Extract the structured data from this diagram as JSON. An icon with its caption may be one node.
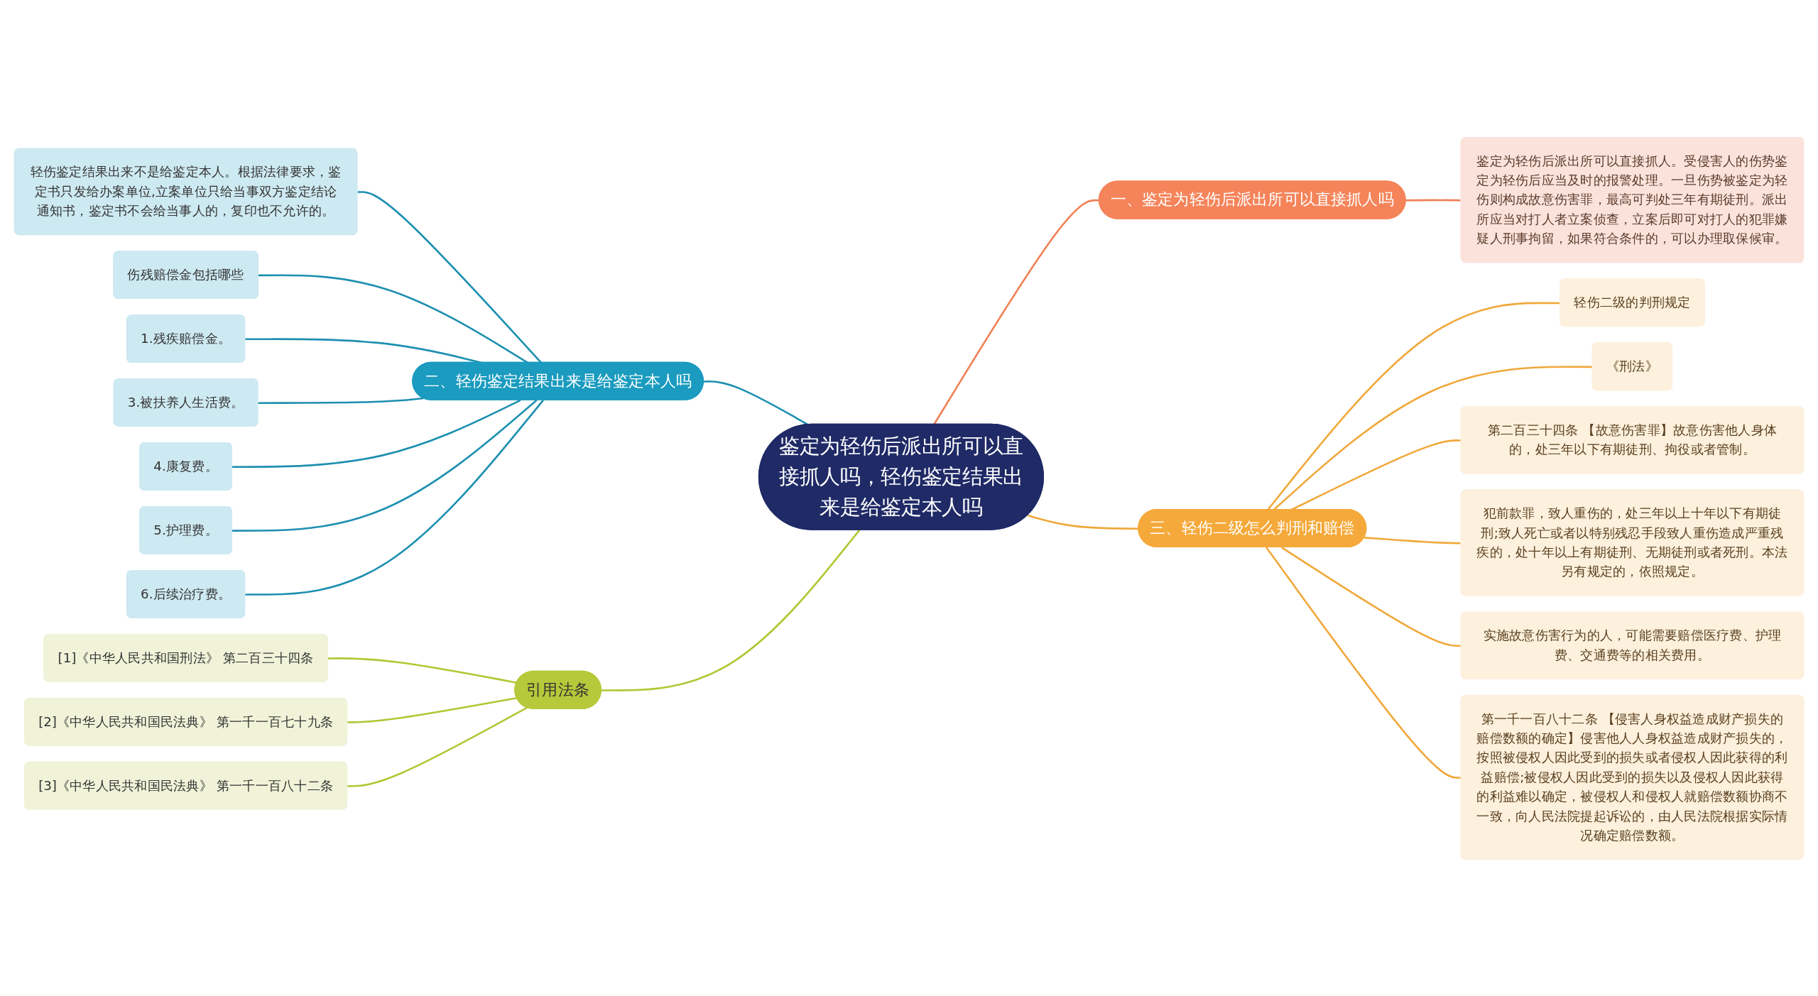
{
  "diagram": {
    "nodes": [
      {
        "text": [
          "鉴定为轻伤后派出所可以直接抓人吗，轻伤鉴定结果出来是给鉴定本人吗"
        ]
      },
      {
        "text": [
          "二、轻伤鉴定结果出来是给鉴定本人吗"
        ]
      },
      {
        "text": [
          "轻伤鉴定结果出来不是给鉴定本人。根据法律要求，鉴定书只发给办案单位,立案单位只给当事双方鉴定结论通知书，鉴定书不会给当事人的，复印也不允许的。"
        ]
      },
      {
        "text": [
          "伤残赔偿金包括哪些"
        ]
      },
      {
        "text": [
          "1.残疾赔偿金。"
        ]
      },
      {
        "text": [
          "3.被扶养人生活费。"
        ]
      },
      {
        "text": [
          "4.康复费。"
        ]
      },
      {
        "text": [
          "5.护理费。"
        ]
      },
      {
        "text": [
          "6.后续治疗费。"
        ]
      },
      {
        "text": [
          "引用法条"
        ]
      },
      {
        "text": [
          "[1]《中华人民共和国刑法》 第二百三十四条"
        ]
      },
      {
        "text": [
          "[2]《中华人民共和国民法典》 第一千一百七十九条"
        ]
      },
      {
        "text": [
          "[3]《中华人民共和国民法典》 第一千一百八十二条"
        ]
      },
      {
        "text": [
          "一、鉴定为轻伤后派出所可以直接抓人吗"
        ]
      },
      {
        "text": [
          "鉴定为轻伤后派出所可以直接抓人。受侵害人的伤势鉴定为轻伤后应当及时的报警处理。一旦伤势被鉴定为轻伤则构成故意伤害罪，最高可判处三年有期徒刑。派出所应当对打人者立案侦查，立案后即可对打人的犯罪嫌疑人刑事拘留，如果符合条件的，可以办理取保候审。"
        ]
      },
      {
        "text": [
          "三、轻伤二级怎么判刑和赔偿"
        ]
      },
      {
        "text": [
          "轻伤二级的判刑规定"
        ]
      },
      {
        "text": [
          "《刑法》"
        ]
      },
      {
        "text": [
          "第二百三十四条 【故意伤害罪】故意伤害他人身体的，处三年以下有期徒刑、拘役或者管制。"
        ]
      },
      {
        "text": [
          "犯前款罪，致人重伤的，处三年以上十年以下有期徒刑;致人死亡或者以特别残忍手段致人重伤造成严重残疾的，处十年以上有期徒刑、无期徒刑或者死刑。本法另有规定的，依照规定。"
        ]
      },
      {
        "text": [
          "实施故意伤害行为的人，可能需要赔偿医疗费、护理费、交通费等的相关费用。"
        ]
      },
      {
        "text": [
          "第一千一百八十二条 【侵害人身权益造成财产损失的赔偿数额的确定】侵害他人人身权益造成财产损失的，按照被侵权人因此受到的损失或者侵权人因此获得的利益赔偿;被侵权人因此受到的损失以及侵权人因此获得的利益难以确定，被侵权人和侵权人就赔偿数额协商不一致，向人民法院提起诉讼的，由人民法院根据实际情况确定赔偿数额。"
        ]
      }
    ],
    "edges": [
      {
        "from": 1,
        "to": 0,
        "arrow": "none",
        "color": "#1c8fb0"
      },
      {
        "from": 2,
        "to": 1,
        "arrow": "none",
        "color": "#1c8fb0"
      },
      {
        "from": 3,
        "to": 1,
        "arrow": "none",
        "color": "#1c8fb0"
      },
      {
        "from": 4,
        "to": 1,
        "arrow": "none",
        "color": "#1c8fb0"
      },
      {
        "from": 5,
        "to": 1,
        "arrow": "none",
        "color": "#1c8fb0"
      },
      {
        "from": 6,
        "to": 1,
        "arrow": "none",
        "color": "#1c8fb0"
      },
      {
        "from": 7,
        "to": 1,
        "arrow": "none",
        "color": "#1c8fb0"
      },
      {
        "from": 8,
        "to": 1,
        "arrow": "none",
        "color": "#1c8fb0"
      },
      {
        "from": 9,
        "to": 0,
        "arrow": "none",
        "color": "#b3c634"
      },
      {
        "from": 10,
        "to": 9,
        "arrow": "none",
        "color": "#b3c634"
      },
      {
        "from": 11,
        "to": 9,
        "arrow": "none",
        "color": "#b3c634"
      },
      {
        "from": 12,
        "to": 9,
        "arrow": "none",
        "color": "#b3c634"
      },
      {
        "from": 0,
        "to": 13,
        "arrow": "none",
        "color": "#f08054"
      },
      {
        "from": 13,
        "to": 14,
        "arrow": "none",
        "color": "#f08054"
      },
      {
        "from": 0,
        "to": 15,
        "arrow": "none",
        "color": "#f0a83a"
      },
      {
        "from": 15,
        "to": 16,
        "arrow": "none",
        "color": "#f0a83a"
      },
      {
        "from": 15,
        "to": 17,
        "arrow": "none",
        "color": "#f0a83a"
      },
      {
        "from": 15,
        "to": 18,
        "arrow": "none",
        "color": "#f0a83a"
      },
      {
        "from": 15,
        "to": 19,
        "arrow": "none",
        "color": "#f0a83a"
      },
      {
        "from": 15,
        "to": 20,
        "arrow": "none",
        "color": "#f0a83a"
      },
      {
        "from": 15,
        "to": 21,
        "arrow": "none",
        "color": "#f0a83a"
      }
    ]
  }
}
